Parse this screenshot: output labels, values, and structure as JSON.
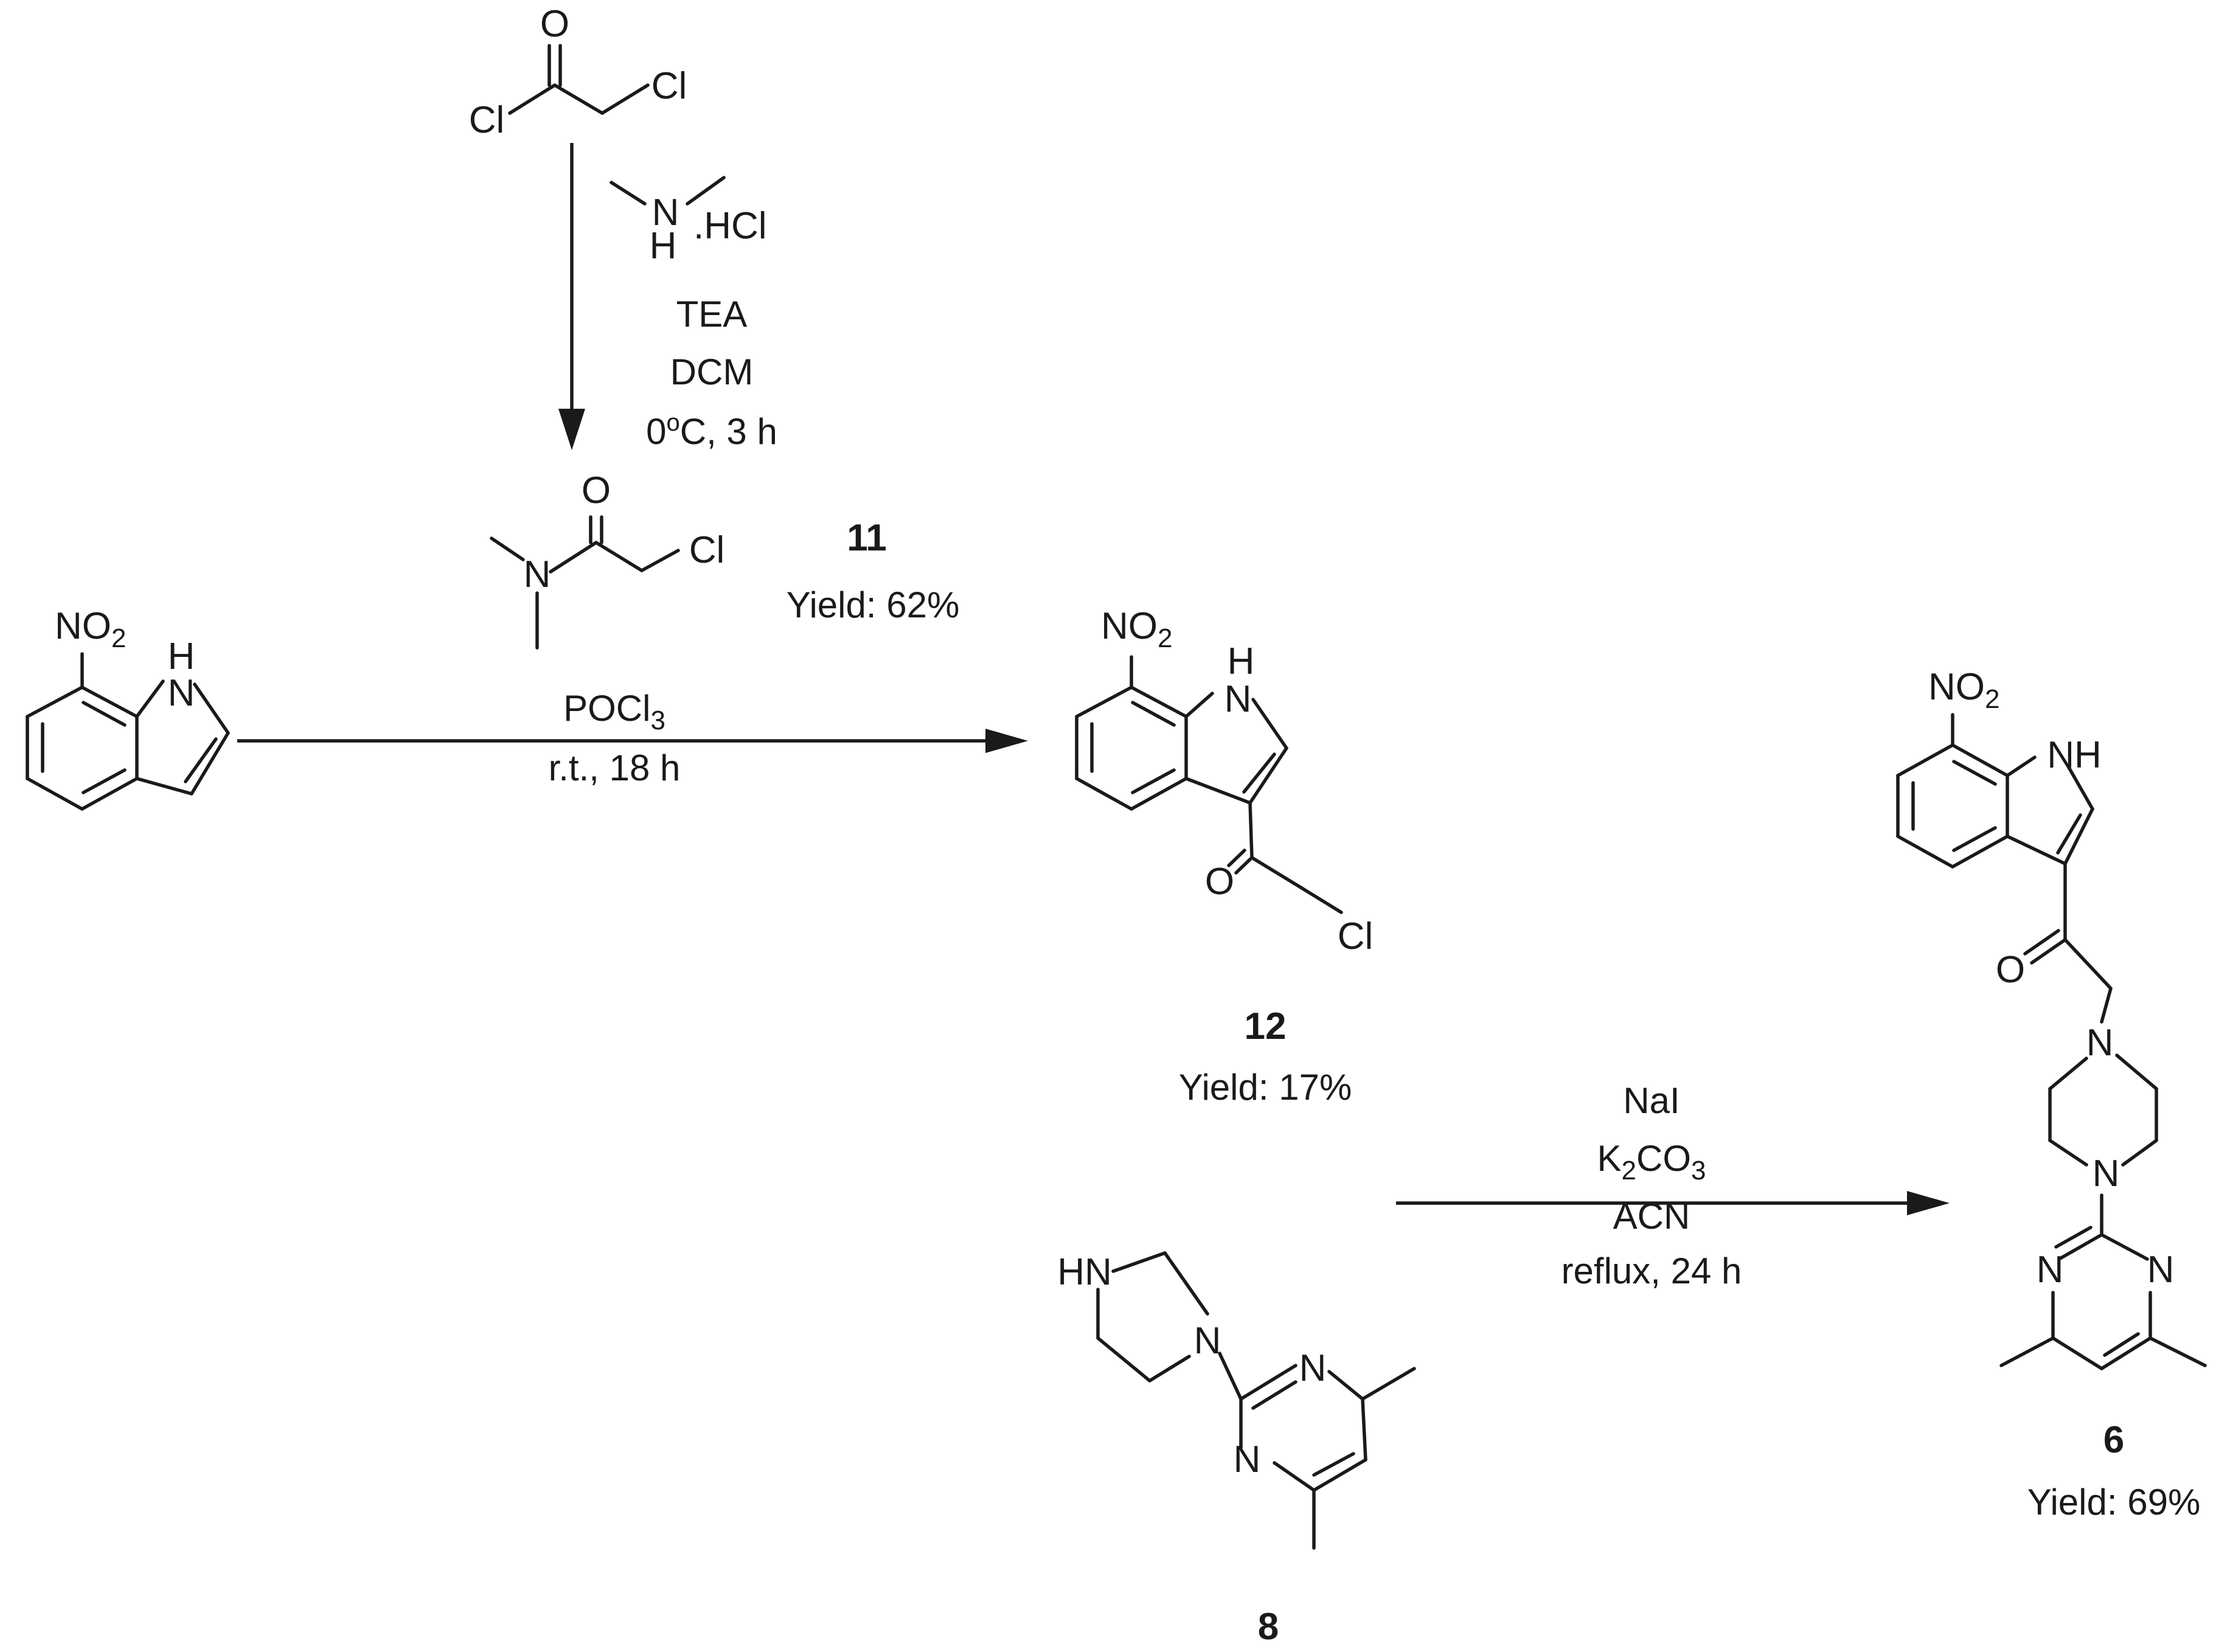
{
  "atoms": {
    "cl": "Cl",
    "o": "O",
    "n": "N",
    "h": "H",
    "nh": "NH",
    "hn": "HN",
    "no2_main": "NO",
    "no2_sub": "2",
    "hcl": ".HCl"
  },
  "step1": {
    "reagent_1": "TEA",
    "reagent_2": "DCM",
    "temp_prefix": "0",
    "temp_sup": "o",
    "temp_suffix": "C, 3 h"
  },
  "step2": {
    "reagent_main": "POCl",
    "reagent_sub": "3",
    "conditions": "r.t., 18 h"
  },
  "step3": {
    "reagent_1": "NaI",
    "reagent_2a": "K",
    "reagent_2b": "2",
    "reagent_2c": "CO",
    "reagent_2d": "3",
    "reagent_3": "ACN",
    "conditions": "reflux, 24 h"
  },
  "compounds": {
    "c11": {
      "label": "11",
      "yield": "Yield: 62%"
    },
    "c12": {
      "label": "12",
      "yield": "Yield: 17%"
    },
    "c6": {
      "label": "6",
      "yield": "Yield: 69%"
    },
    "c8": {
      "label": "8"
    }
  }
}
